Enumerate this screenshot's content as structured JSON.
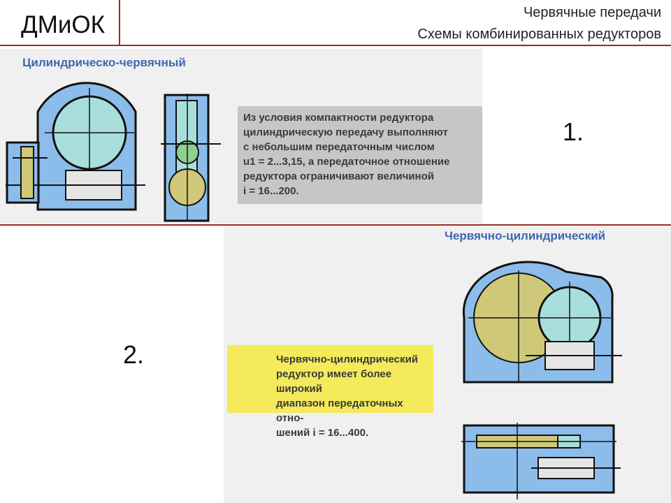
{
  "header": {
    "logo": "ДМиОК",
    "title": "Червячные передачи",
    "subtitle": "Схемы комбинированных редукторов"
  },
  "slide1": {
    "title": "Цилиндрическо-червячный",
    "note_lines": [
      "Из условия компактности редуктора",
      "цилиндрическую передачу выполняют",
      "с небольшим передаточным числом",
      "u1 = 2...3,15, а передаточное отношение",
      "редуктора ограничивают величиной",
      "i = 16...200."
    ],
    "number": "1."
  },
  "slide2": {
    "title": "Червячно-цилиндрический",
    "note_lines": [
      "Червячно-цилиндрический",
      "редуктор имеет более широкий",
      "диапазон передаточных отно-",
      "шений i = 16...400."
    ],
    "number": "2."
  },
  "colors": {
    "accent_line": "#9a2a1c",
    "housing_blue": "#8cbcea",
    "gear_yellow": "#cfc878",
    "title_blue": "#3f67b0",
    "note_gray": "#c6c6c6",
    "note_yellow": "#f4ea5a"
  }
}
